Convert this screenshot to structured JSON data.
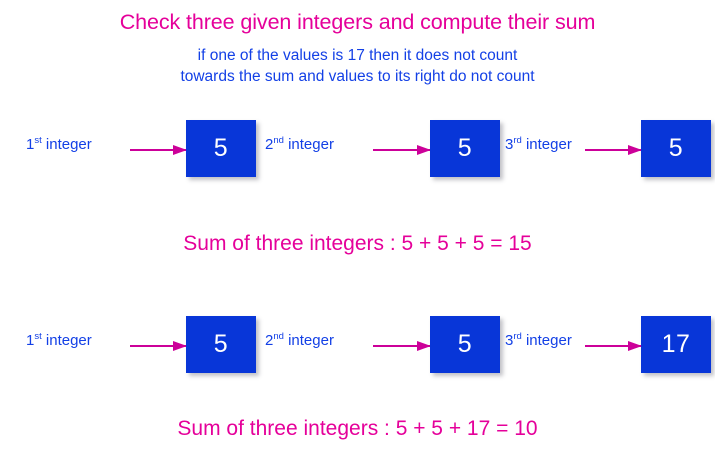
{
  "heading": {
    "title": "Check three given integers and compute their sum",
    "subtitle_line1": "if one of the values is 17 then it does not count",
    "subtitle_line2": "towards the sum and values to its right do not count"
  },
  "colors": {
    "magenta": "#e5009a",
    "arrow_magenta": "#cc0099",
    "blue_text": "#1340e6",
    "box_blue": "#0836d8",
    "box_value_text": "#ffffff",
    "background": "#ffffff"
  },
  "examples": [
    {
      "id": "example-1",
      "inputs": [
        {
          "ordinal": "1",
          "suffix": "st",
          "label_rest": " integer",
          "value": "5"
        },
        {
          "ordinal": "2",
          "suffix": "nd",
          "label_rest": " integer",
          "value": "5"
        },
        {
          "ordinal": "3",
          "suffix": "rd",
          "label_rest": " integer",
          "value": "5"
        }
      ],
      "sum_text": "Sum of three integers : 5 + 5 + 5 = 15"
    },
    {
      "id": "example-2",
      "inputs": [
        {
          "ordinal": "1",
          "suffix": "st",
          "label_rest": " integer",
          "value": "5"
        },
        {
          "ordinal": "2",
          "suffix": "nd",
          "label_rest": " integer",
          "value": "5"
        },
        {
          "ordinal": "3",
          "suffix": "rd",
          "label_rest": " integer",
          "value": "17"
        }
      ],
      "sum_text": "Sum of three integers : 5 + 5 + 17 = 10"
    }
  ]
}
